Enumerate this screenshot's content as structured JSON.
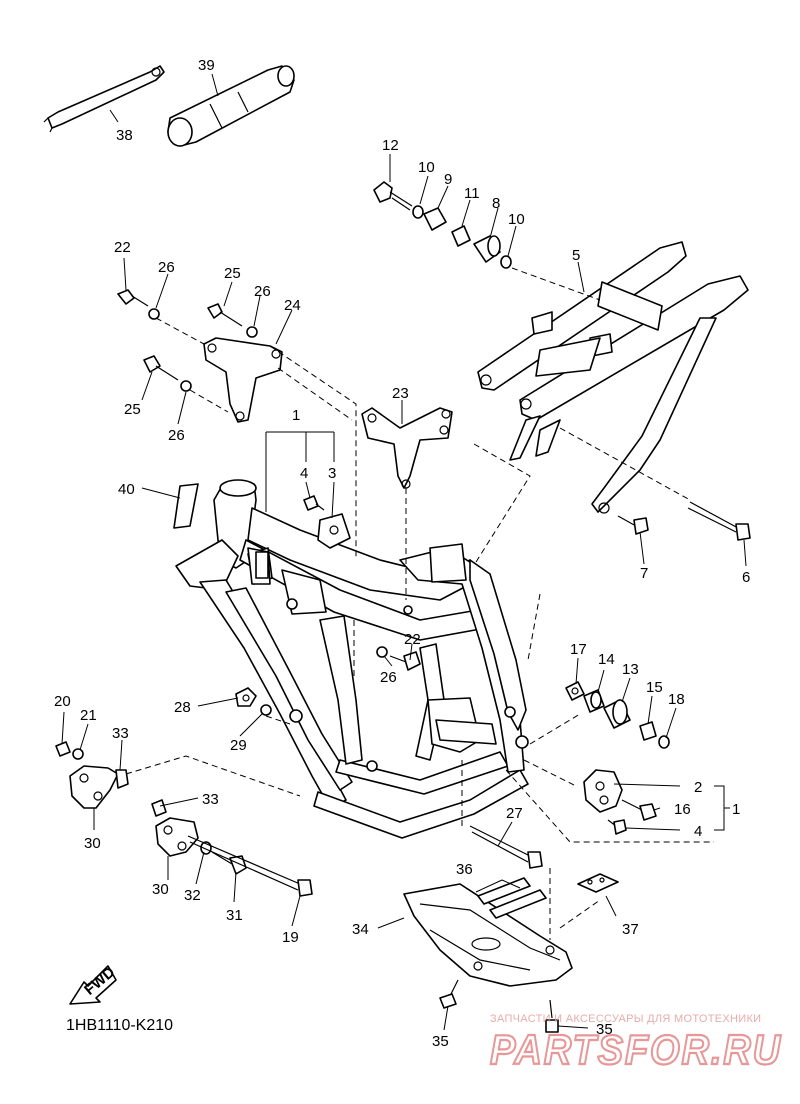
{
  "diagram_code": "1HB1110-K210",
  "fwd_label": "FWD",
  "watermark": {
    "tagline": "ЗАПЧАСТИ И АКСЕССУАРЫ ДЛЯ МОТОТЕХНИКИ",
    "brand": "PARTSFOR.RU"
  },
  "callouts": {
    "c1_top": "1",
    "c1_right": "1",
    "c2": "2",
    "c3": "3",
    "c4_top": "4",
    "c4_right": "4",
    "c5": "5",
    "c6": "6",
    "c7": "7",
    "c8": "8",
    "c9": "9",
    "c10_a": "10",
    "c10_b": "10",
    "c11": "11",
    "c12": "12",
    "c13": "13",
    "c14": "14",
    "c15": "15",
    "c16": "16",
    "c17": "17",
    "c18": "18",
    "c19": "19",
    "c20": "20",
    "c21": "21",
    "c22_a": "22",
    "c22_b": "22",
    "c23": "23",
    "c24": "24",
    "c25_a": "25",
    "c25_b": "25",
    "c26_a": "26",
    "c26_b": "26",
    "c26_c": "26",
    "c26_d": "26",
    "c27": "27",
    "c28": "28",
    "c29": "29",
    "c30_a": "30",
    "c30_b": "30",
    "c31": "31",
    "c32": "32",
    "c33_a": "33",
    "c33_b": "33",
    "c34": "34",
    "c35_a": "35",
    "c35_b": "35",
    "c36": "36",
    "c37": "37",
    "c38": "38",
    "c39": "39",
    "c40": "40"
  }
}
